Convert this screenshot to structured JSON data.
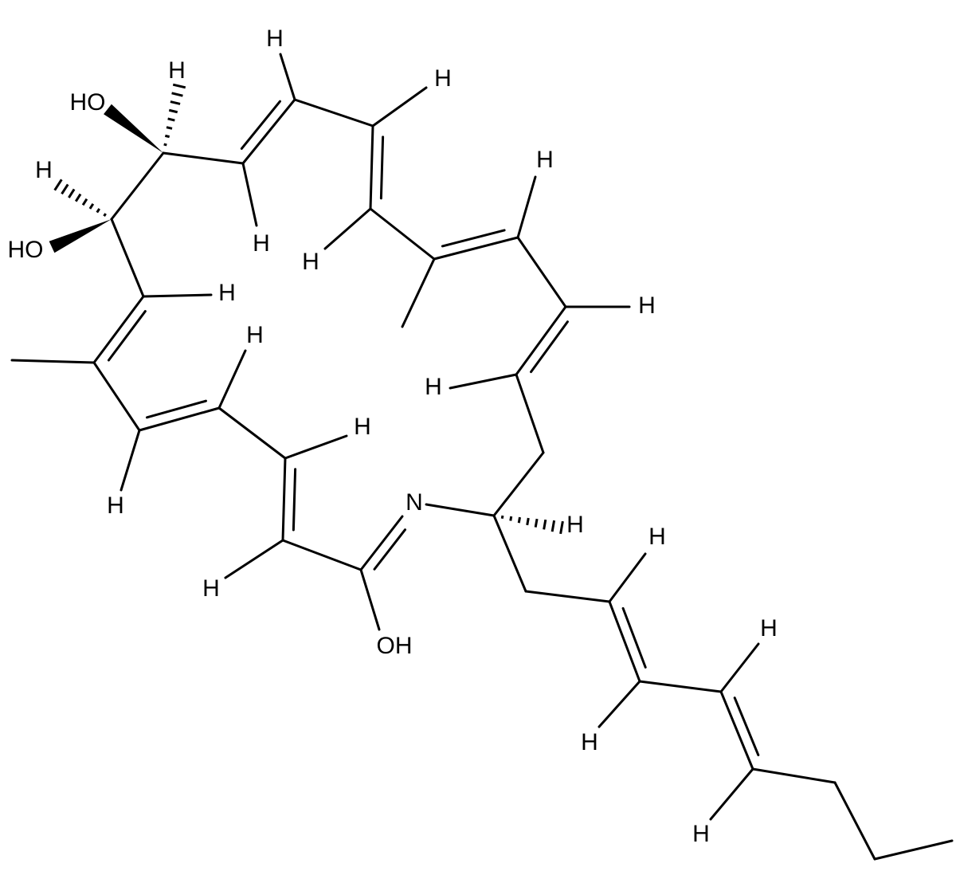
{
  "diagram": {
    "type": "chemical-structure",
    "labels": {
      "hydroxyl_top": "HO",
      "hydroxyl_left": "HO",
      "hydroxyl_bottom": "OH",
      "nitrogen": "N",
      "hydrogen": "H"
    },
    "colors": {
      "bond": "#000000",
      "background": "#ffffff"
    }
  }
}
